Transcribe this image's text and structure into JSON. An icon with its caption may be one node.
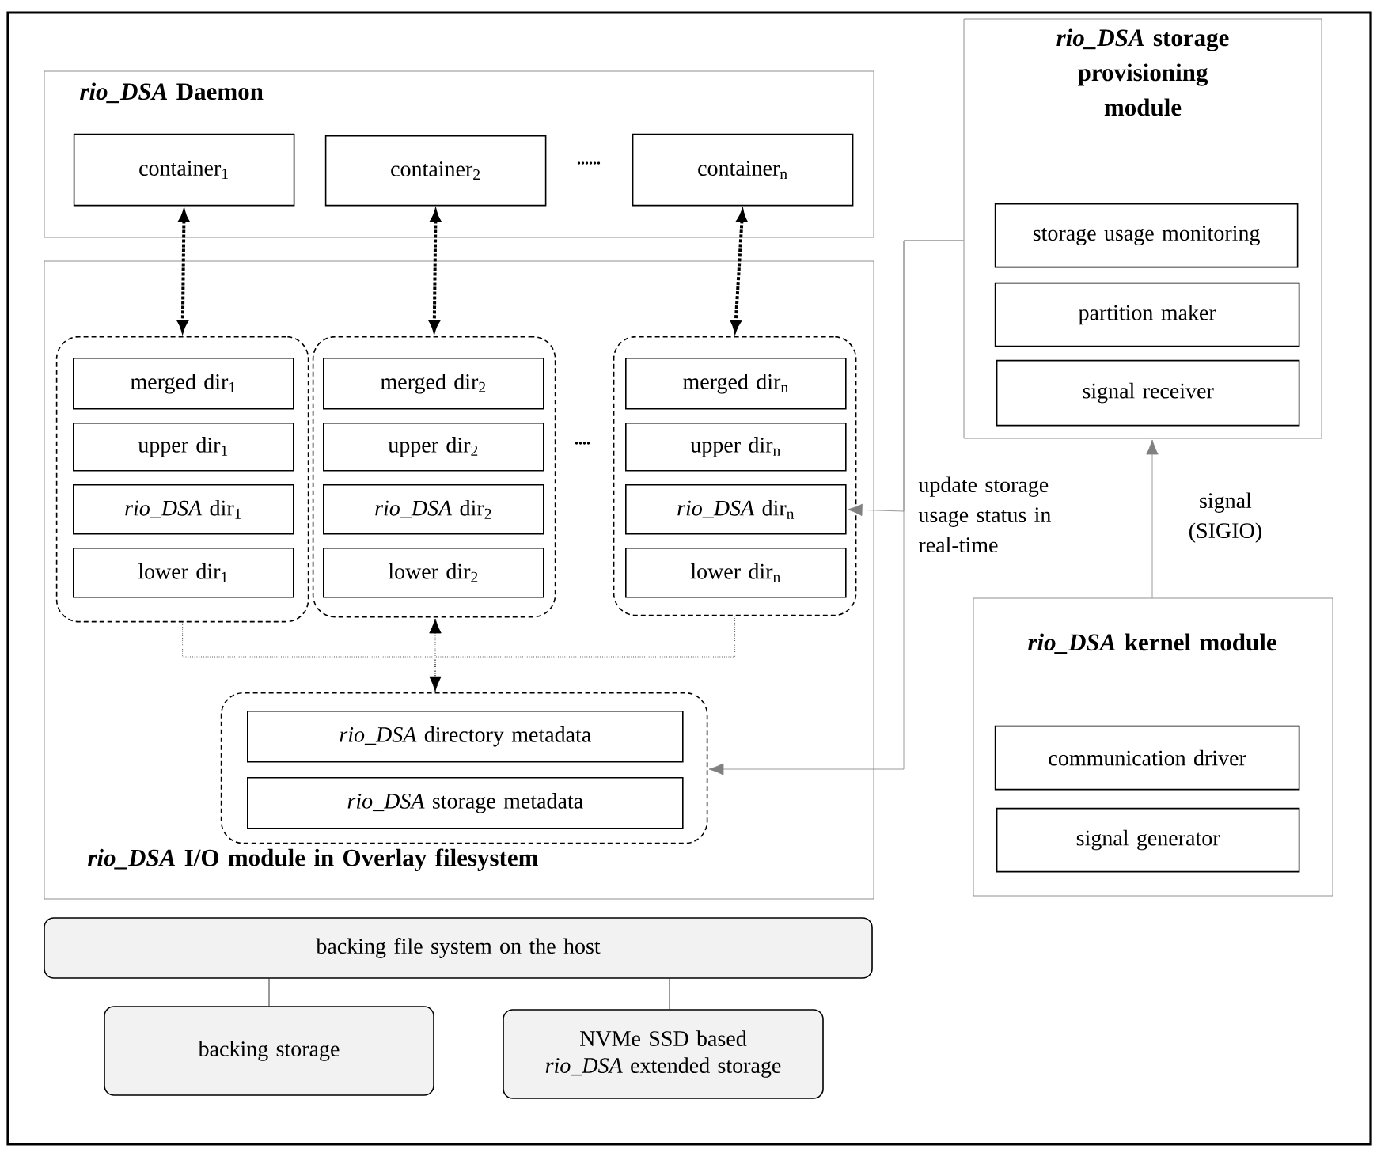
{
  "diagram": {
    "nodes": [
      {
        "text": [
          "*rio_DSA* Daemon"
        ]
      },
      {
        "text": [
          "container$_{1}$"
        ],
        "in": 0
      },
      {
        "text": [
          "container$_{2}$"
        ],
        "in": 0
      },
      {
        "text": [
          "container$_{n}$"
        ],
        "in": 0
      },
      {
        "text": [
          "*rio_DSA* I/O module in Overlay filesystem"
        ]
      },
      {
        "text": [],
        "shape": "box",
        "in": 4
      },
      {
        "text": [
          "merged dir$_{1}$"
        ],
        "in": 5
      },
      {
        "text": [
          "upper dir$_{1}$"
        ],
        "in": 5
      },
      {
        "text": [
          "*rio_DSA* dir$_{1}$"
        ],
        "in": 5
      },
      {
        "text": [
          "lower dir$_{1}$"
        ],
        "in": 5
      },
      {
        "text": [],
        "shape": "box",
        "in": 4
      },
      {
        "text": [
          "merged dir$_{2}$"
        ],
        "in": 10
      },
      {
        "text": [
          "upper dir$_{2}$"
        ],
        "in": 10
      },
      {
        "text": [
          "*rio_DSA* dir$_{2}$"
        ],
        "in": 10
      },
      {
        "text": [
          "lower dir$_{2}$"
        ],
        "in": 10
      },
      {
        "text": [],
        "shape": "box",
        "in": 4
      },
      {
        "text": [
          "merged dir$_{n}$"
        ],
        "in": 15
      },
      {
        "text": [
          "upper dir$_{n}$"
        ],
        "in": 15
      },
      {
        "text": [
          "*rio_DSA* dir$_{n}$"
        ],
        "in": 15
      },
      {
        "text": [
          "lower dir$_{n}$"
        ],
        "in": 15
      },
      {
        "text": [],
        "shape": "box",
        "in": 4
      },
      {
        "text": [
          "*rio_DSA* directory metadata"
        ],
        "in": 20
      },
      {
        "text": [
          "*rio_DSA* storage metadata"
        ],
        "in": 20
      },
      {
        "text": [
          "*rio_DSA* storage provisioning module"
        ]
      },
      {
        "text": [
          "storage usage monitoring"
        ],
        "in": 23
      },
      {
        "text": [
          "partition maker"
        ],
        "in": 23
      },
      {
        "text": [
          "signal receiver"
        ],
        "in": 23
      },
      {
        "text": [
          "*rio_DSA* kernel module"
        ]
      },
      {
        "text": [
          "communication driver"
        ],
        "in": 27
      },
      {
        "text": [
          "signal generator"
        ],
        "in": 27
      },
      {
        "text": [
          "backing file system on the host"
        ]
      },
      {
        "text": [
          "backing storage"
        ]
      },
      {
        "text": [
          "NVMe SSD based *rio_DSA* extended storage"
        ]
      }
    ],
    "edges": [
      {
        "from": 1,
        "to": 5,
        "arrow": "both",
        "style": "dashed"
      },
      {
        "from": 2,
        "to": 10,
        "arrow": "both",
        "style": "dashed"
      },
      {
        "from": 3,
        "to": 15,
        "arrow": "both",
        "style": "dashed"
      },
      {
        "from": 5,
        "to": 20,
        "arrow": "none",
        "style": "dashed"
      },
      {
        "from": 15,
        "to": 20,
        "arrow": "none",
        "style": "dashed"
      },
      {
        "from": 10,
        "to": 20,
        "arrow": "both",
        "style": "dashed"
      },
      {
        "from": 23,
        "to": 18,
        "arrow": "to",
        "color": "#808080",
        "label": "update storage usage status in real-time"
      },
      {
        "from": 23,
        "to": 20,
        "arrow": "to",
        "color": "#808080"
      },
      {
        "from": 27,
        "to": 23,
        "arrow": "to",
        "color": "#808080",
        "label": "signal (SIGIO)"
      },
      {
        "from": 30,
        "to": 31,
        "arrow": "none"
      },
      {
        "from": 30,
        "to": 32,
        "arrow": "none"
      }
    ],
    "labels": [
      "......",
      "...."
    ]
  }
}
